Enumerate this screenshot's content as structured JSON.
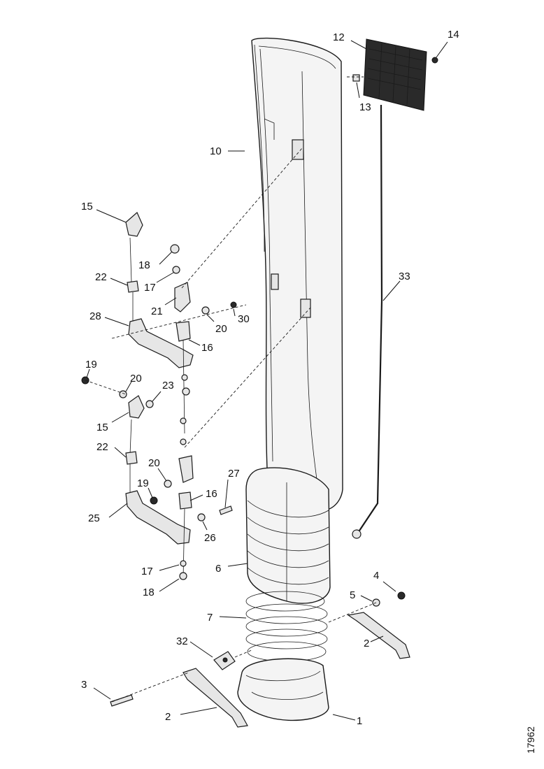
{
  "figure_number": "17962",
  "callouts": [
    {
      "id": "c1",
      "text": "1"
    },
    {
      "id": "c2a",
      "text": "2"
    },
    {
      "id": "c2b",
      "text": "2"
    },
    {
      "id": "c3",
      "text": "3"
    },
    {
      "id": "c4",
      "text": "4"
    },
    {
      "id": "c5",
      "text": "5"
    },
    {
      "id": "c6",
      "text": "6"
    },
    {
      "id": "c7",
      "text": "7"
    },
    {
      "id": "c10",
      "text": "10"
    },
    {
      "id": "c12",
      "text": "12"
    },
    {
      "id": "c13",
      "text": "13"
    },
    {
      "id": "c14",
      "text": "14"
    },
    {
      "id": "c15a",
      "text": "15"
    },
    {
      "id": "c15b",
      "text": "15"
    },
    {
      "id": "c16a",
      "text": "16"
    },
    {
      "id": "c16b",
      "text": "16"
    },
    {
      "id": "c17a",
      "text": "17"
    },
    {
      "id": "c17b",
      "text": "17"
    },
    {
      "id": "c18a",
      "text": "18"
    },
    {
      "id": "c18b",
      "text": "18"
    },
    {
      "id": "c19a",
      "text": "19"
    },
    {
      "id": "c19b",
      "text": "19"
    },
    {
      "id": "c20a",
      "text": "20"
    },
    {
      "id": "c20b",
      "text": "20"
    },
    {
      "id": "c20c",
      "text": "20"
    },
    {
      "id": "c21",
      "text": "21"
    },
    {
      "id": "c22a",
      "text": "22"
    },
    {
      "id": "c22b",
      "text": "22"
    },
    {
      "id": "c23",
      "text": "23"
    },
    {
      "id": "c25",
      "text": "25"
    },
    {
      "id": "c26",
      "text": "26"
    },
    {
      "id": "c27",
      "text": "27"
    },
    {
      "id": "c28",
      "text": "28"
    },
    {
      "id": "c30",
      "text": "30"
    },
    {
      "id": "c32",
      "text": "32"
    },
    {
      "id": "c33",
      "text": "33"
    }
  ]
}
